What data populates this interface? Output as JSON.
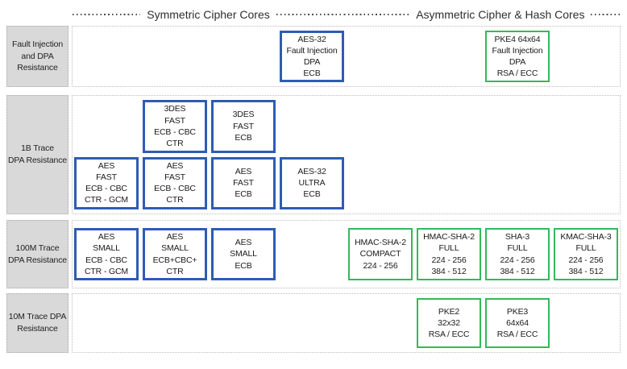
{
  "headers": [
    {
      "label": "Symmetric Cipher Cores"
    },
    {
      "label": "Asymmetric Cipher & Hash Cores"
    }
  ],
  "colors": {
    "symmetric_core_border": "#2e5cb4",
    "asymmetric_core_border": "#33b95c",
    "row_label_background": "#d9d9d9"
  },
  "rows": [
    {
      "label": "Fault Injection\nand DPA\nResistance",
      "subrows": [
        [
          {
            "col": 4,
            "color": "blue",
            "lines": [
              "AES-32",
              "Fault Injection",
              "DPA",
              "ECB"
            ]
          },
          {
            "col": 7,
            "color": "green",
            "lines": [
              "PKE4 64x64",
              "Fault Injection",
              "DPA",
              "RSA / ECC"
            ]
          }
        ]
      ]
    },
    {
      "label": "1B Trace\nDPA Resistance",
      "subrows": [
        [
          {
            "col": 2,
            "color": "blue",
            "lines": [
              "3DES",
              "FAST",
              "ECB - CBC",
              "CTR"
            ]
          },
          {
            "col": 3,
            "color": "blue",
            "lines": [
              "3DES",
              "FAST",
              "ECB"
            ]
          }
        ],
        [
          {
            "col": 1,
            "color": "blue",
            "lines": [
              "AES",
              "FAST",
              "ECB - CBC",
              "CTR - GCM"
            ]
          },
          {
            "col": 2,
            "color": "blue",
            "lines": [
              "AES",
              "FAST",
              "ECB - CBC",
              "CTR"
            ]
          },
          {
            "col": 3,
            "color": "blue",
            "lines": [
              "AES",
              "FAST",
              "ECB"
            ]
          },
          {
            "col": 4,
            "color": "blue",
            "lines": [
              "AES-32",
              "ULTRA",
              "ECB"
            ]
          }
        ]
      ]
    },
    {
      "label": "100M Trace\nDPA Resistance",
      "subrows": [
        [
          {
            "col": 1,
            "color": "blue",
            "lines": [
              "AES",
              "SMALL",
              "ECB - CBC",
              "CTR - GCM"
            ]
          },
          {
            "col": 2,
            "color": "blue",
            "lines": [
              "AES",
              "SMALL",
              "ECB+CBC+",
              "CTR"
            ]
          },
          {
            "col": 3,
            "color": "blue",
            "lines": [
              "AES",
              "SMALL",
              "ECB"
            ]
          },
          {
            "col": 5,
            "color": "green",
            "lines": [
              "HMAC-SHA-2",
              "COMPACT",
              "224 - 256"
            ]
          },
          {
            "col": 6,
            "color": "green",
            "lines": [
              "HMAC-SHA-2",
              "FULL",
              "224 - 256",
              "384 - 512"
            ]
          },
          {
            "col": 7,
            "color": "green",
            "lines": [
              "SHA-3",
              "FULL",
              "224 - 256",
              "384 - 512"
            ]
          },
          {
            "col": 8,
            "color": "green",
            "lines": [
              "KMAC-SHA-3",
              "FULL",
              "224 - 256",
              "384 - 512"
            ]
          }
        ]
      ]
    },
    {
      "label": "10M Trace DPA\nResistance",
      "subrows": [
        [
          {
            "col": 6,
            "color": "green",
            "lines": [
              "PKE2",
              "32x32",
              "RSA / ECC"
            ]
          },
          {
            "col": 7,
            "color": "green",
            "lines": [
              "PKE3",
              "64x64",
              "RSA / ECC"
            ]
          }
        ]
      ]
    }
  ]
}
